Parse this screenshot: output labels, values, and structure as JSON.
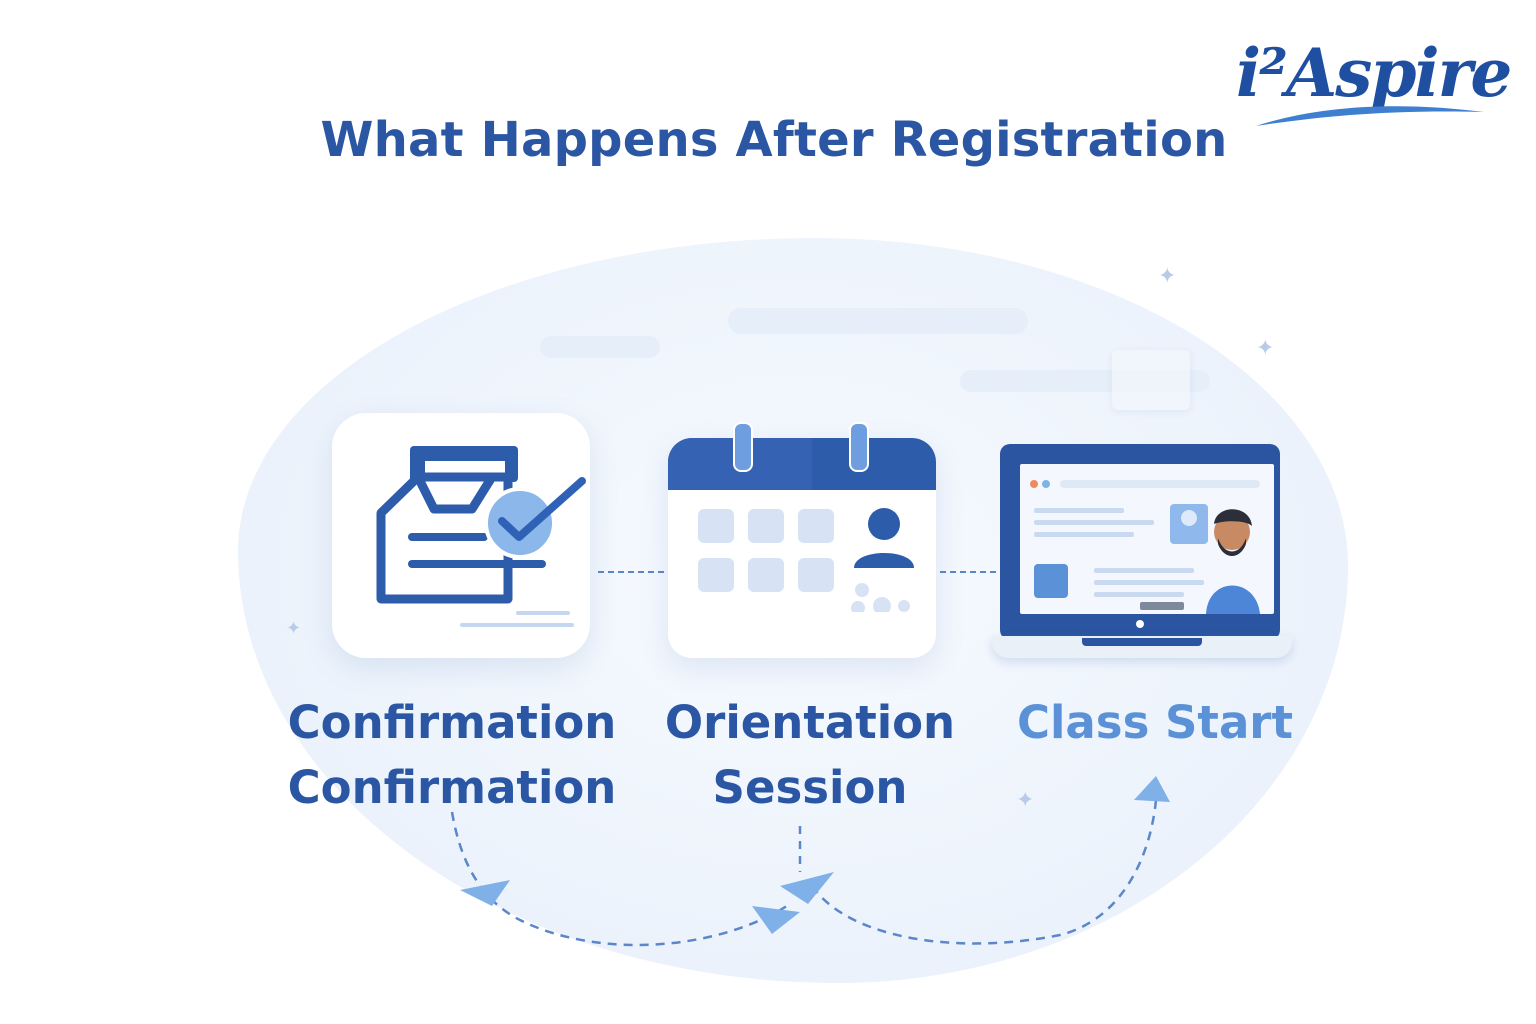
{
  "title": "What Happens After Registration",
  "logo": {
    "text": "i²Aspire"
  },
  "steps": [
    {
      "label_line1": "Confirmation",
      "label_line2": "Confirmation",
      "icon": "document-check-icon"
    },
    {
      "label_line1": "Orientation",
      "label_line2": "Session",
      "icon": "calendar-person-icon"
    },
    {
      "label_line1": "Class Start",
      "label_line2": "",
      "icon": "laptop-instructor-icon"
    }
  ],
  "colors": {
    "primary": "#2a56a3",
    "accent": "#5b91d6",
    "background_blob": "#eef4fc",
    "dashed_line": "#5b86c8"
  }
}
